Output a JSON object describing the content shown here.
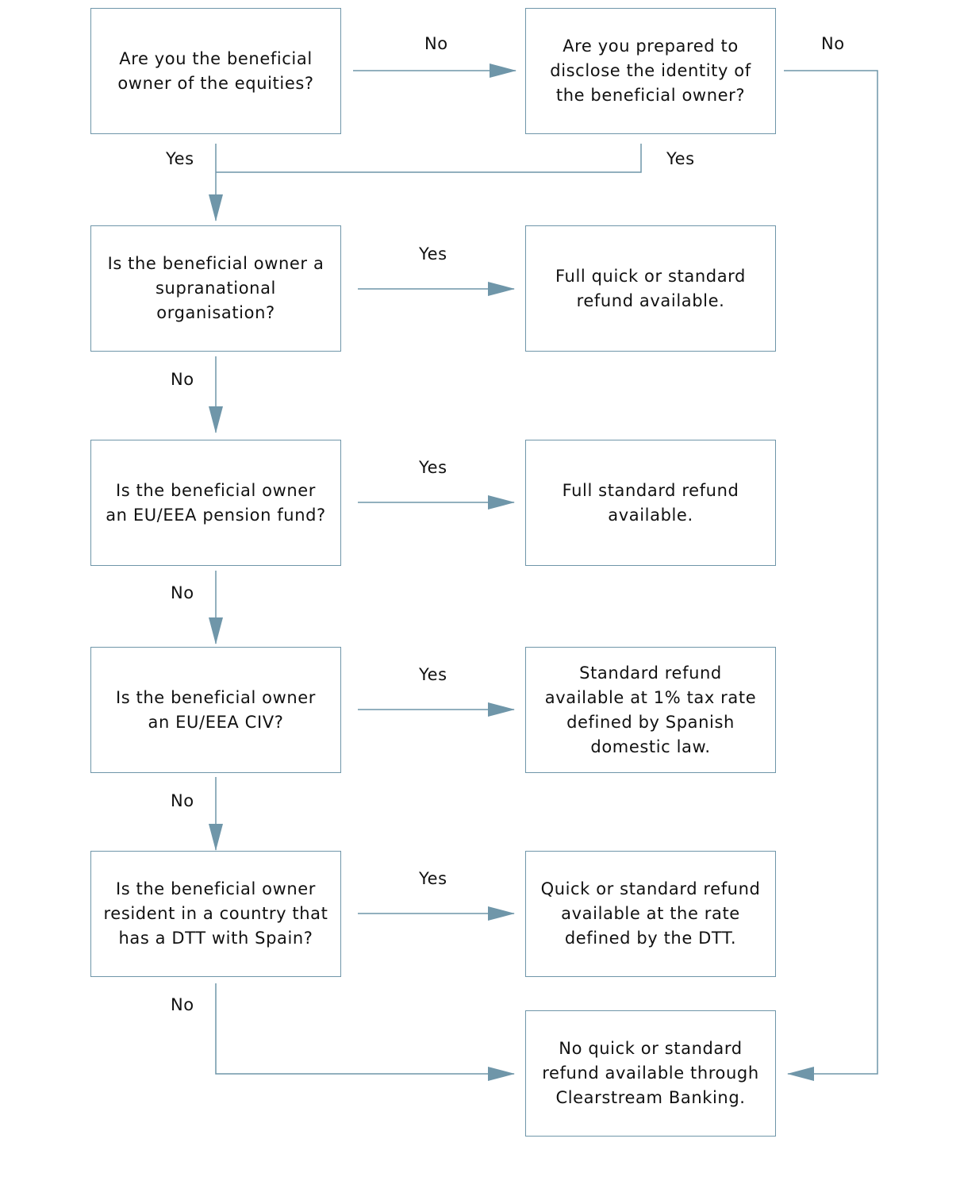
{
  "colors": {
    "line": "#6f96a9",
    "text": "#111111",
    "background": "#ffffff"
  },
  "boxes": {
    "q1": "Are you the beneficial owner of the equities?",
    "q2": "Are you prepared to disclose the identity of the beneficial owner?",
    "q3": "Is the beneficial owner a supranational organisation?",
    "q4": "Is the beneficial owner an EU/EEA pension fund?",
    "q5": "Is the beneficial owner an EU/EEA CIV?",
    "q6": "Is the beneficial owner resident in a country that has a DTT with Spain?",
    "r1": "Full quick or standard refund available.",
    "r2": "Full standard refund available.",
    "r3": "Standard refund available at 1% tax rate defined by Spanish domestic law.",
    "r4": "Quick or standard refund available at the rate defined by the DTT.",
    "r5": "No quick or standard refund available through Clearstream Banking."
  },
  "labels": {
    "q1_no": "No",
    "q2_no": "No",
    "q1_yes": "Yes",
    "q2_yes": "Yes",
    "q3_yes": "Yes",
    "q3_no": "No",
    "q4_yes": "Yes",
    "q4_no": "No",
    "q5_yes": "Yes",
    "q5_no": "No",
    "q6_yes": "Yes",
    "q6_no": "No"
  }
}
